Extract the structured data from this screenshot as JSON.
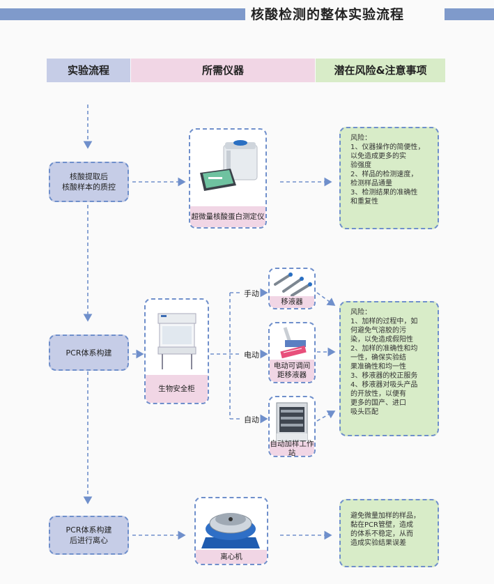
{
  "title": "核酸检测的整体实验流程",
  "headers": {
    "flow": "实验流程",
    "instruments": "所需仪器",
    "risks": "潜在风险&注意事项"
  },
  "steps": [
    {
      "text": "核酸提取后\n核酸样本的质控"
    },
    {
      "text": "PCR体系构建"
    },
    {
      "text": "PCR体系构建\n后进行离心"
    }
  ],
  "instruments": {
    "spectro": "超微量核酸蛋白测定仪",
    "biosafety": "生物安全柜",
    "pipette": "移液器",
    "e_pipette": "电动可调间\n距移液器",
    "workstation": "自动加样工作站",
    "centrifuge": "离心机"
  },
  "modes": {
    "manual": "手动",
    "electric": "电动",
    "auto": "自动"
  },
  "risks": {
    "r1": "风险：\n1、仪器操作的简便性，\n   以免造成更多的实\n   验强度\n2、样品的检测速度，\n   检测样品通量\n3、检测结果的准确性\n   和重复性",
    "r2": "风险：\n1、加样的过程中，如\n   何避免气溶胶的污\n   染，以免造成假阳性\n2、加样的准确性和均\n   一性，确保实验结\n   果准确性和均一性\n3、移液器的校正服务\n4、移液器对吸头产品\n   的开放性，以便有\n   更多的国产、进口\n   吸头匹配",
    "r3": "避免微量加样的样品，\n黏在PCR管壁，造成\n的体系不稳定，从而\n造成实验结果误差"
  },
  "colors": {
    "accent_blue": "#7f9acb",
    "flow_bg": "#c6cde7",
    "instrument_bg": "#f1d6e5",
    "risk_bg": "#d8ecc8",
    "dash": "#6f8fcb"
  }
}
